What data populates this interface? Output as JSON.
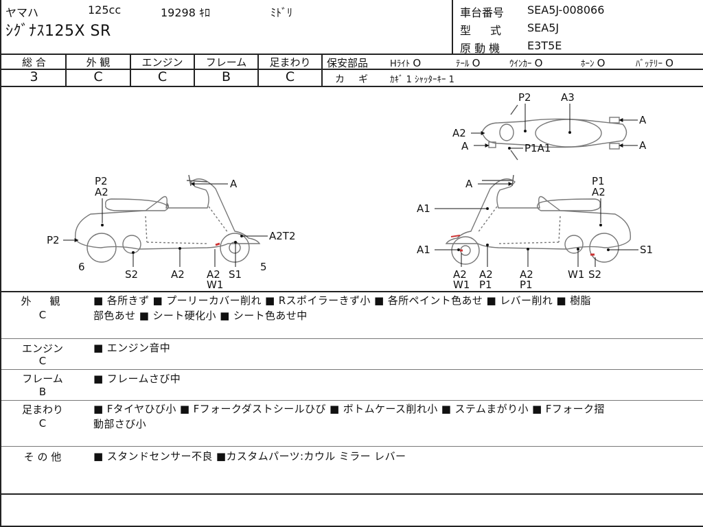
{
  "header": {
    "maker": "ヤマハ",
    "displacement": "125cc",
    "mileage": "19298 ｷﾛ",
    "color": "ﾐﾄﾞﾘ",
    "model_name": "ｼｸﾞﾅｽ125X SR",
    "frame_label": "車台番号",
    "frame_value": "SEA5J-008066",
    "type_label": "型　式",
    "type_value": "SEA5J",
    "engine_label": "原 動 機",
    "engine_value": "E3T5E"
  },
  "grades": {
    "overall_label": "総 合",
    "overall": "3",
    "exterior_label": "外 観",
    "exterior": "C",
    "engine_label": "エンジン",
    "engine": "C",
    "frame_label": "フレーム",
    "frame": "B",
    "suspension_label": "足まわり",
    "suspension": "C"
  },
  "safety": {
    "label": "保安部品",
    "items": [
      "Hﾗｲﾄ",
      "ﾃｰﾙ",
      "ｳｲﾝｶｰ",
      "ﾎｰﾝ",
      "ﾊﾞｯﾃﾘｰ"
    ],
    "status_mark": "O",
    "key_label": "カ　ギ",
    "key_value": "ｶｷﾞ 1 ｼｬｯﾀｰｷｰ 1"
  },
  "diagram_labels": {
    "left": [
      "P2",
      "A2",
      "A",
      "P2",
      "A2T2",
      "6",
      "S2",
      "A2",
      "A2",
      "W1",
      "S1",
      "5"
    ],
    "top": [
      "P2",
      "A3",
      "A2",
      "A",
      "P1A1",
      "A",
      "A"
    ],
    "right": [
      "A",
      "P1",
      "A2",
      "A1",
      "A1",
      "S1",
      "A2",
      "W1",
      "A2",
      "P1",
      "A2",
      "P1",
      "W1",
      "S2"
    ]
  },
  "sections": {
    "exterior": {
      "label": "外　観",
      "grade": "C",
      "line1": "■ 各所きず ■ プーリーカバー削れ ■ Rスポイラーきず小 ■ 各所ペイント色あせ ■ レバー削れ ■ 樹脂",
      "line2": "部色あせ ■ シート硬化小 ■ シート色あせ中"
    },
    "engine": {
      "label": "エンジン",
      "grade": "C",
      "line1": "■ エンジン音中"
    },
    "frame": {
      "label": "フレーム",
      "grade": "B",
      "line1": "■ フレームさび中"
    },
    "suspension": {
      "label": "足まわり",
      "grade": "C",
      "line1": "■ Fタイヤひび小 ■ Fフォークダストシールひび ■ ボトムケース削れ小 ■ ステムまがり小 ■ Fフォーク摺",
      "line2": "動部さび小"
    },
    "other": {
      "label": "そ の 他",
      "line1": "■ スタンドセンサー不良 ■カスタムパーツ:カウル ミラー レバー"
    }
  }
}
